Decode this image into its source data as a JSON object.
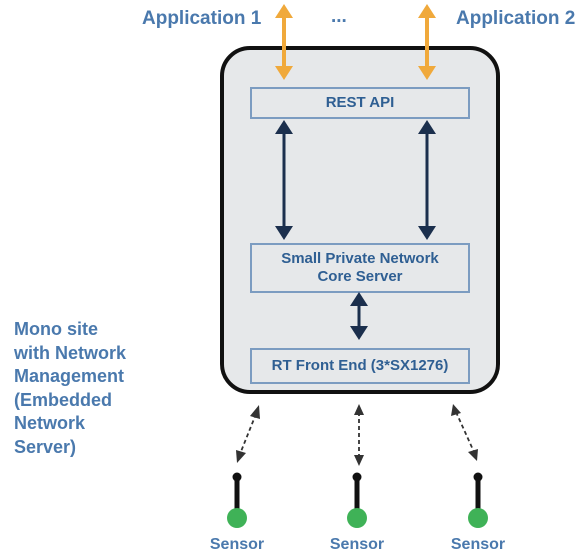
{
  "applications": [
    {
      "label": "Application 1"
    },
    {
      "label": "Application 2"
    }
  ],
  "ellipsis": "...",
  "server": {
    "rest_api": "REST API",
    "core_server": "Small Private Network\nCore Server",
    "front_end": "RT Front End (3*SX1276)"
  },
  "side_label": "Mono site\nwith Network\nManagement\n(Embedded\nNetwork\nServer)",
  "sensors": [
    {
      "label": "Sensor"
    },
    {
      "label": "Sensor"
    },
    {
      "label": "Sensor"
    }
  ],
  "colors": {
    "app_arrow": "#f0a93b",
    "internal_arrow": "#1b2f4d",
    "label_blue": "#4a79ad",
    "box_fill": "#e6e8ea",
    "inner_border": "#7c9cc1",
    "sensor_head": "#3fb257"
  }
}
